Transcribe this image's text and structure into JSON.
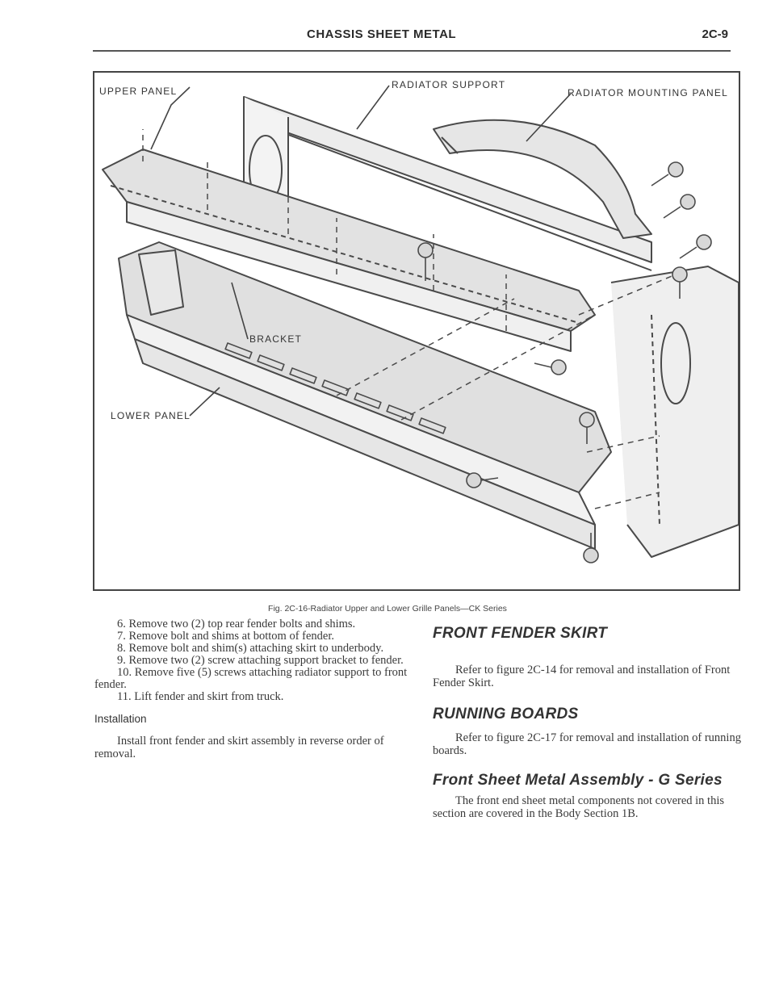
{
  "header": {
    "title": "CHASSIS SHEET METAL",
    "page_number": "2C-9"
  },
  "figure": {
    "callouts": {
      "upper_panel": "UPPER PANEL",
      "radiator_support": "RADIATOR SUPPORT",
      "radiator_mounting_panel": "RADIATOR MOUNTING PANEL",
      "bracket": "BRACKET",
      "lower_panel": "LOWER PANEL"
    },
    "caption": "Fig. 2C-16-Radiator Upper and Lower Grille Panels—CK Series"
  },
  "left_column": {
    "steps": [
      "6. Remove two (2) top rear fender bolts and shims.",
      "7. Remove bolt and shims at bottom of fender.",
      "8. Remove bolt and shim(s) attaching skirt to underbody.",
      "9. Remove two (2) screw attaching support bracket to fender.",
      "10. Remove five (5) screws attaching radiator support to front fender.",
      "11. Lift fender and skirt from truck."
    ],
    "installation_heading": "Installation",
    "installation_text": "Install front fender and skirt assembly in reverse order of removal."
  },
  "right_column": {
    "front_fender_skirt_heading": "FRONT FENDER SKIRT",
    "front_fender_skirt_text": "Refer to figure 2C-14 for removal and installation of Front Fender Skirt.",
    "running_boards_heading": "RUNNING BOARDS",
    "running_boards_text": "Refer to figure 2C-17 for removal and installation of running boards.",
    "g_series_heading": "Front Sheet Metal Assembly - G Series",
    "g_series_text": "The front end sheet metal components not covered in this section are covered in the Body Section 1B."
  }
}
